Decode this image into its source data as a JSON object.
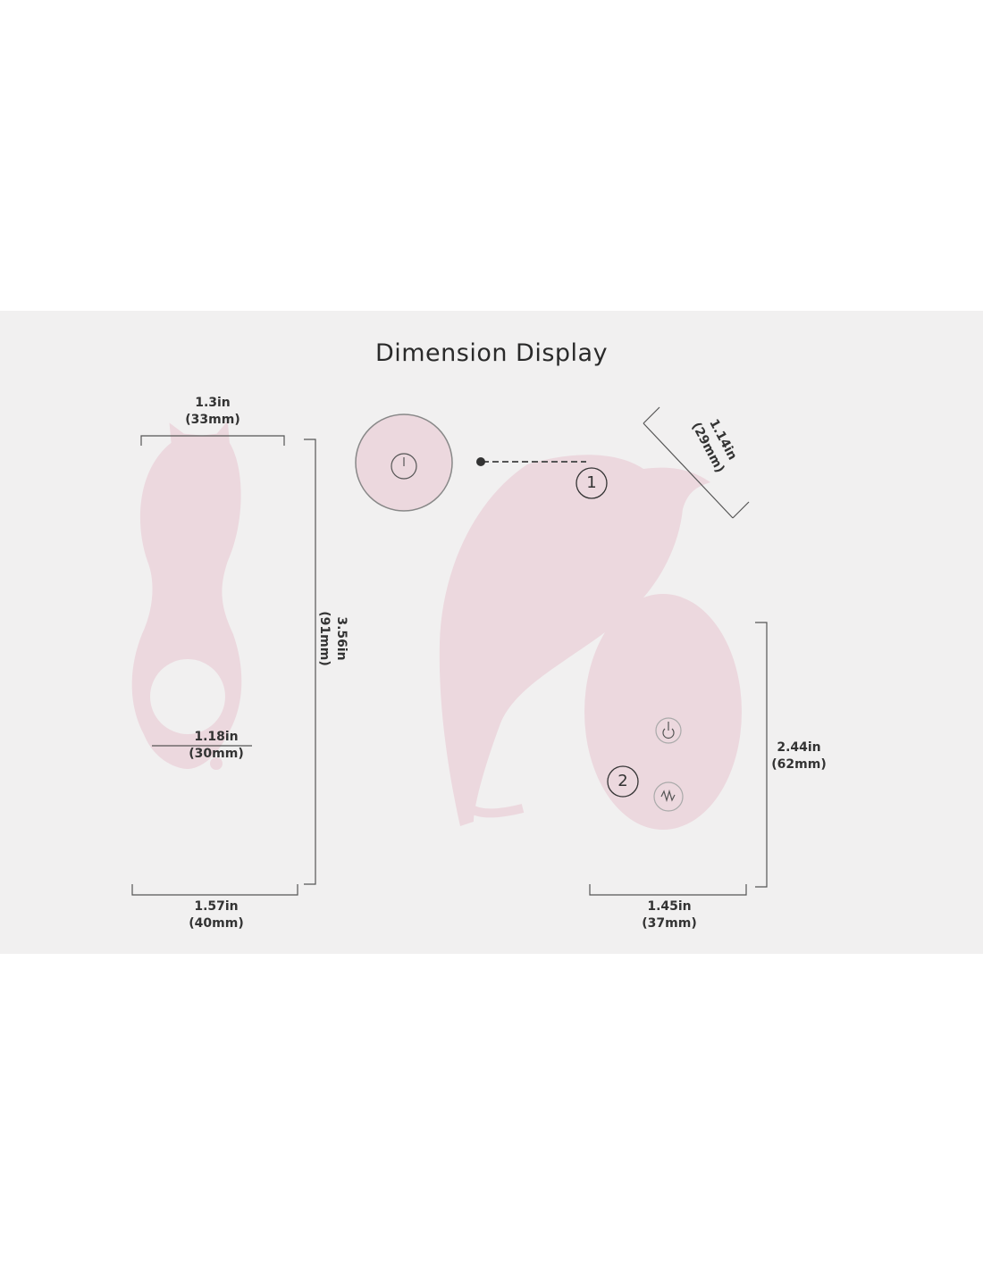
{
  "title": "Dimension Display",
  "colors": {
    "background": "#f1f0f0",
    "product": "#ecd8de",
    "line": "#555555"
  },
  "ring": {
    "top_width": {
      "in": "1.3in",
      "mm": "(33mm)"
    },
    "height": {
      "in": "3.56in",
      "mm": "(91mm)"
    },
    "ring_inner": {
      "in": "1.18in",
      "mm": "(30mm)"
    },
    "bottom_width": {
      "in": "1.57in",
      "mm": "(40mm)"
    }
  },
  "egg": {
    "head": {
      "in": "1.14in",
      "mm": "(29mm)"
    },
    "callout": "1"
  },
  "remote": {
    "height": {
      "in": "2.44in",
      "mm": "(62mm)"
    },
    "width": {
      "in": "1.45in",
      "mm": "(37mm)"
    },
    "callout": "2"
  }
}
